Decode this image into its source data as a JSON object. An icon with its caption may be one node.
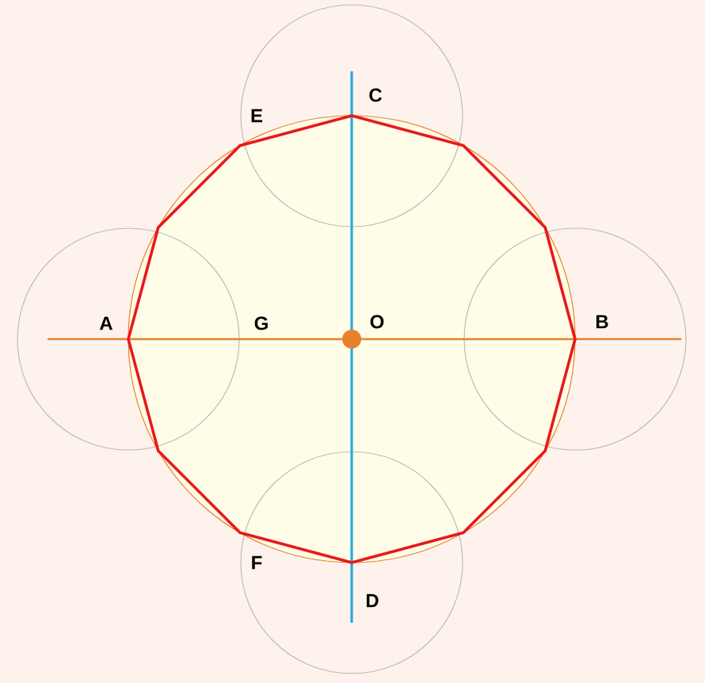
{
  "diagram": {
    "labels": [
      "C",
      "E",
      "A",
      "G",
      "O",
      "B",
      "F",
      "D"
    ]
  }
}
